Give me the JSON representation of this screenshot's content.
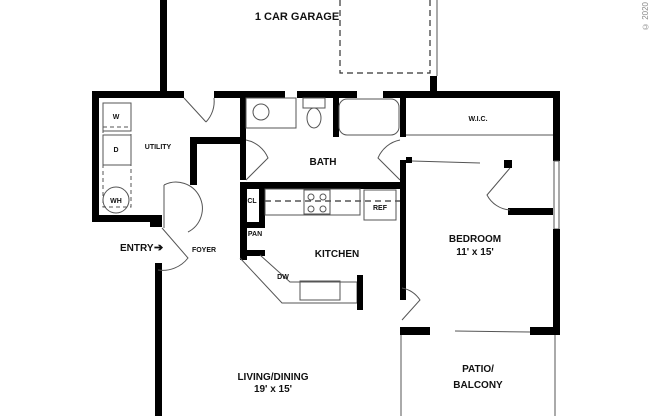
{
  "copyright": "© 2020",
  "rooms": {
    "garage": "1 CAR GARAGE",
    "utility": "UTILITY",
    "washer": "W",
    "dryer": "D",
    "water_heater": "WH",
    "bath": "BATH",
    "wic": "W.I.C.",
    "closet": "CL",
    "refrigerator": "REF",
    "pantry": "PAN",
    "kitchen": "KITCHEN",
    "dishwasher": "DW",
    "entry": "ENTRY",
    "foyer": "FOYER",
    "bedroom": "BEDROOM",
    "bedroom_size": "11' x 15'",
    "living": "LIVING/DINING",
    "living_size": "19' x 15'",
    "patio_line1": "PATIO/",
    "patio_line2": "BALCONY"
  }
}
